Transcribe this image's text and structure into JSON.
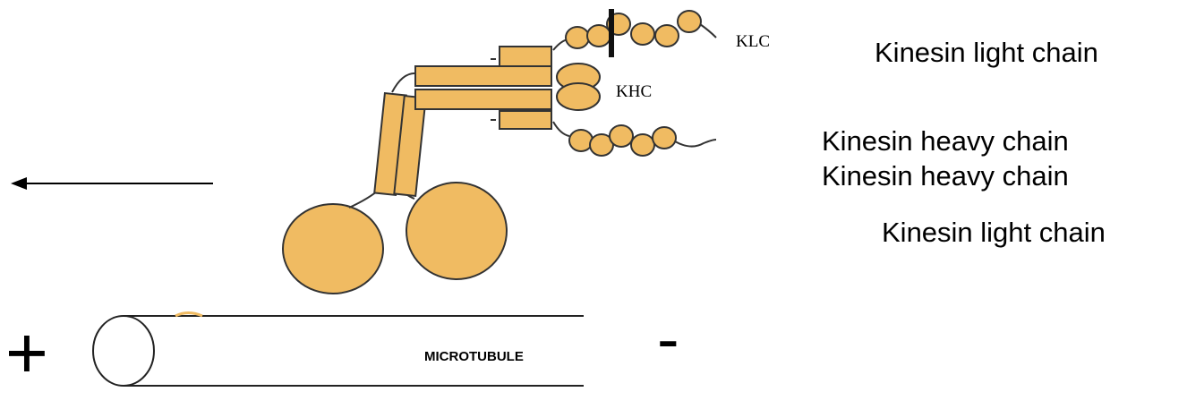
{
  "labels": {
    "klc_abbrev": "KLC",
    "khc_abbrev": "KHC",
    "microtubule": "MICROTUBULE",
    "plus_end": "+",
    "minus_end": "-"
  },
  "legend": [
    "Kinesin light chain",
    "Kinesin heavy chain",
    "Kinesin heavy chain",
    "Kinesin light chain"
  ],
  "colors": {
    "protein_fill": "#F0BB62",
    "outline": "#333333",
    "text": "#000000"
  }
}
